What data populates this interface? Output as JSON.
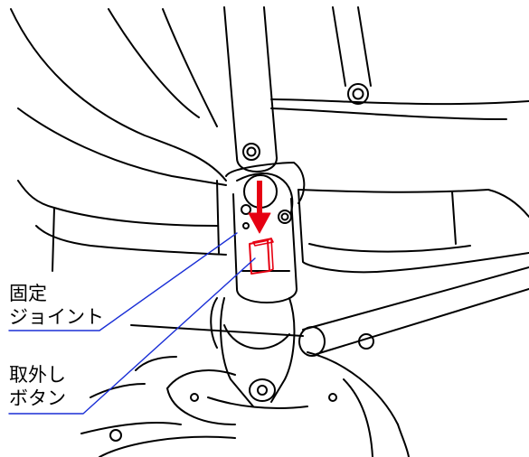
{
  "labels": {
    "fixed_joint": {
      "line1": "固定",
      "line2": "ジョイント"
    },
    "release_button": {
      "line1": "取外し",
      "line2": "ボタン"
    }
  },
  "colors": {
    "line_art": "#000000",
    "leader_line": "#1a2fd6",
    "highlight": "#e60012",
    "background": "#ffffff"
  },
  "icons": {
    "arrow": "down-arrow-icon"
  }
}
